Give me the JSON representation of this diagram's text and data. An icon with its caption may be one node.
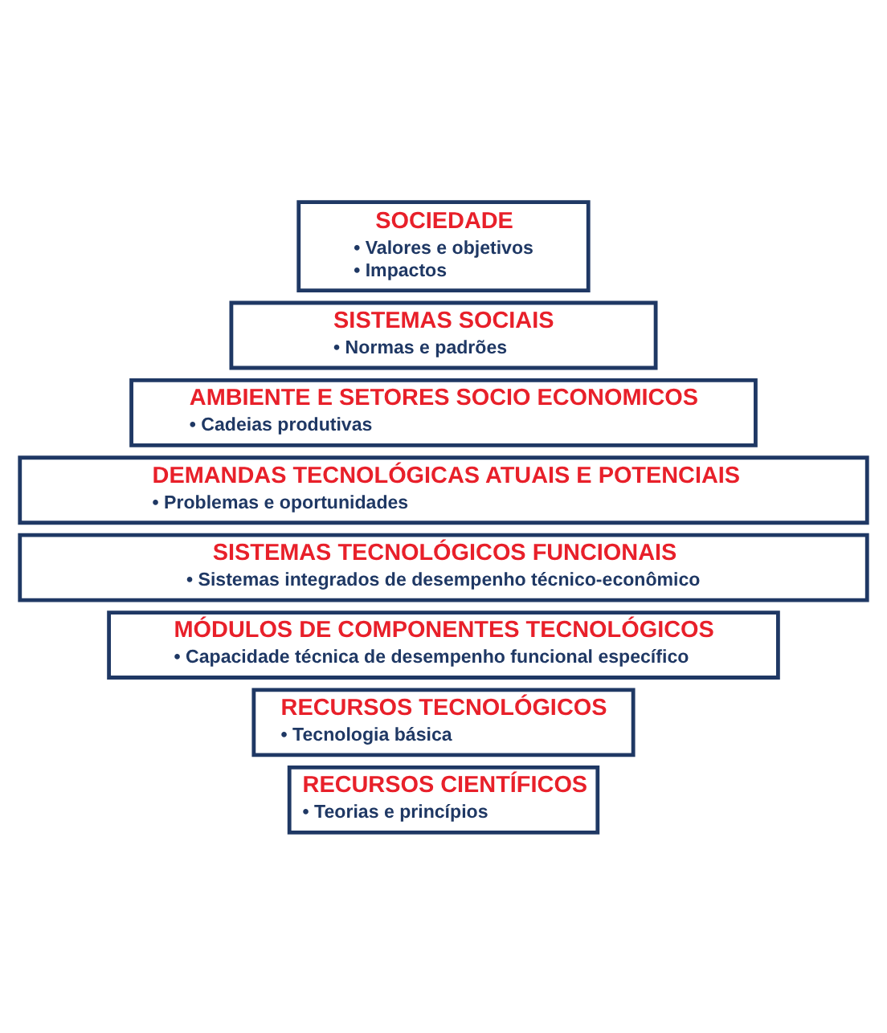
{
  "diagram": {
    "nodes": [
      {
        "text": [
          "SOCIEDADE",
          "• Valores e objetivos",
          "• Impactos"
        ]
      },
      {
        "text": [
          "SISTEMAS SOCIAIS",
          "• Normas e padrões"
        ]
      },
      {
        "text": [
          "AMBIENTE E SETORES SOCIO ECONOMICOS",
          "• Cadeias produtivas"
        ]
      },
      {
        "text": [
          "DEMANDAS TECNOLÓGICAS ATUAIS E POTENCIAIS",
          "• Problemas e oportunidades"
        ]
      },
      {
        "text": [
          "SISTEMAS TECNOLÓGICOS FUNCIONAIS",
          "• Sistemas integrados de desempenho técnico-econômico"
        ]
      },
      {
        "text": [
          "MÓDULOS DE COMPONENTES TECNOLÓGICOS",
          "• Capacidade técnica de desempenho funcional específico"
        ]
      },
      {
        "text": [
          "RECURSOS TECNOLÓGICOS",
          "• Tecnologia básica"
        ]
      },
      {
        "text": [
          "RECURSOS CIENTÍFICOS",
          "• Teorias e princípios"
        ]
      }
    ]
  }
}
